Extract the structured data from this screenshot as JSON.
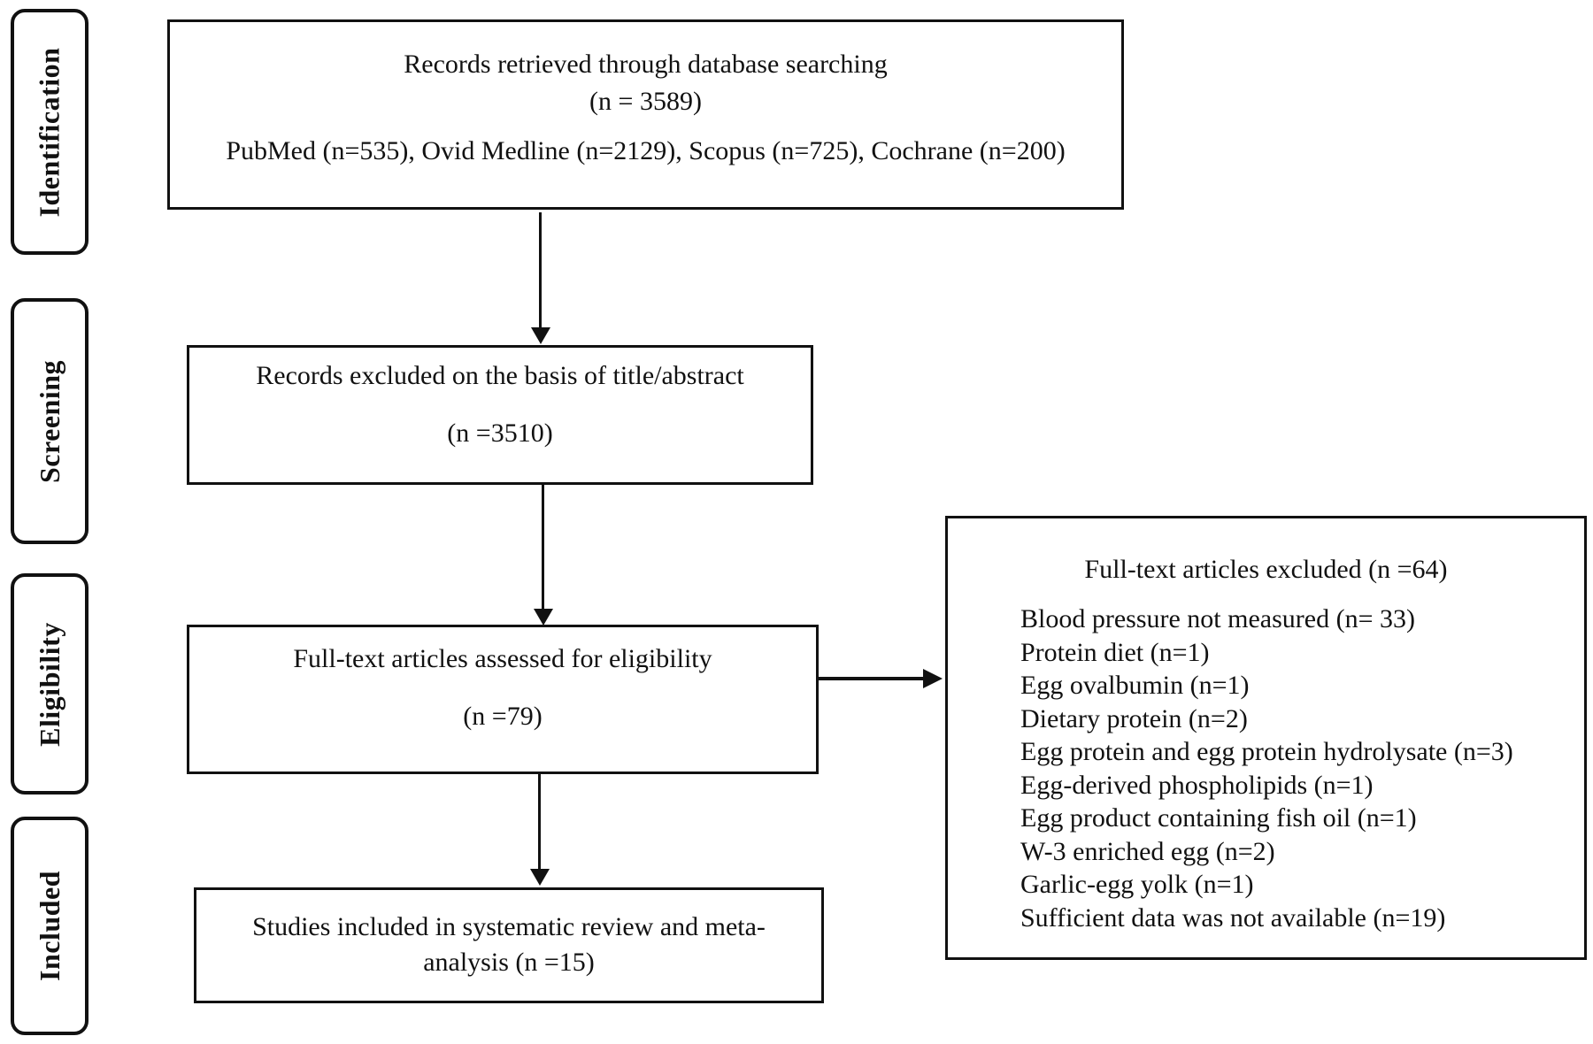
{
  "diagram": {
    "stages": [
      {
        "id": "identification",
        "label": "Identification"
      },
      {
        "id": "screening",
        "label": "Screening"
      },
      {
        "id": "eligibility",
        "label": "Eligibility"
      },
      {
        "id": "included",
        "label": "Included"
      }
    ],
    "boxes": {
      "records_retrieved": {
        "line1": "Records retrieved through database searching",
        "line2": "(n = 3589)",
        "line3": "PubMed (n=535), Ovid Medline (n=2129), Scopus (n=725), Cochrane (n=200)"
      },
      "records_excluded": {
        "line1": "Records excluded on the basis of title/abstract",
        "line2": "(n =3510)"
      },
      "fulltext_assessed": {
        "line1": "Full-text articles assessed for eligibility",
        "line2": "(n =79)"
      },
      "studies_included": {
        "line1": "Studies included in systematic review and meta-",
        "line2": "analysis (n =15)"
      },
      "fulltext_excluded": {
        "title": "Full-text articles excluded (n =64)",
        "reasons": [
          "Blood pressure not measured (n= 33)",
          "Protein diet (n=1)",
          "Egg ovalbumin (n=1)",
          "Dietary protein (n=2)",
          "Egg protein and egg protein hydrolysate (n=3)",
          "Egg-derived phospholipids (n=1)",
          "Egg product containing fish oil (n=1)",
          "W-3 enriched egg (n=2)",
          "Garlic-egg yolk (n=1)",
          "Sufficient data was not available (n=19)"
        ]
      }
    },
    "colors": {
      "border": "#111111",
      "background": "#ffffff",
      "text": "#111111"
    }
  }
}
